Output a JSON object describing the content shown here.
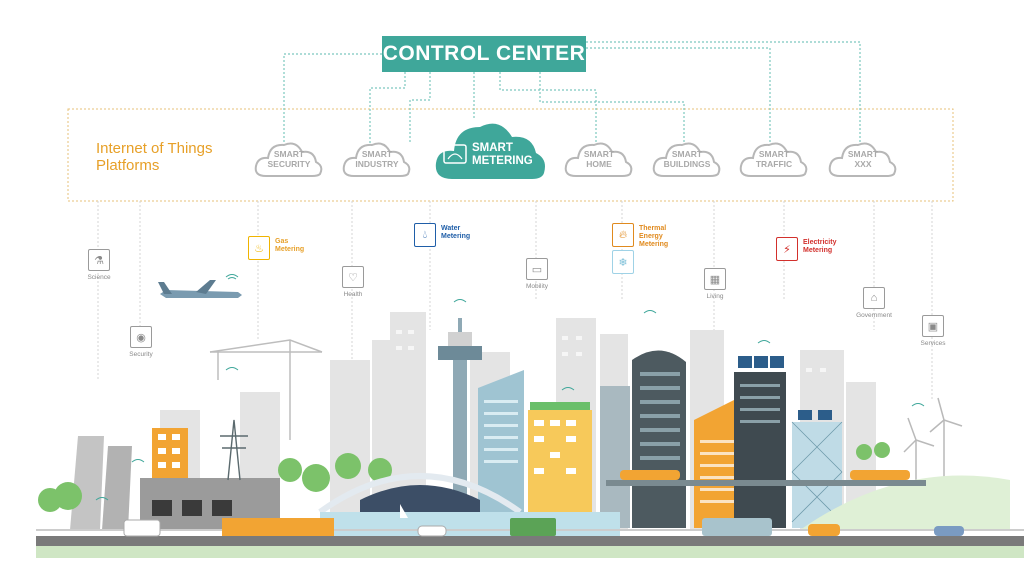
{
  "control_center": {
    "label": "CONTROL CENTER"
  },
  "platforms_label": {
    "line1": "Internet of Things",
    "line2": "Platforms"
  },
  "clouds": [
    {
      "line1": "SMART",
      "line2": "SECURITY"
    },
    {
      "line1": "SMART",
      "line2": "INDUSTRY"
    },
    {
      "line1": "SMART",
      "line2": "HOME"
    },
    {
      "line1": "SMART",
      "line2": "BUILDINGS"
    },
    {
      "line1": "SMART",
      "line2": "TRAFFIC"
    },
    {
      "line1": "SMART",
      "line2": "XXX"
    }
  ],
  "main_cloud": {
    "line1": "SMART",
    "line2": "METERING",
    "icon": "smart-meter-icon"
  },
  "services": [
    {
      "label": "Science",
      "icon": "flask-icon"
    },
    {
      "label": "Security",
      "icon": "camera-icon"
    },
    {
      "label": "Health",
      "icon": "heart-icon"
    },
    {
      "label": "Mobility",
      "icon": "car-icon"
    },
    {
      "label": "Living",
      "icon": "building-icon"
    },
    {
      "label": "Government",
      "icon": "government-icon"
    },
    {
      "label": "Services",
      "icon": "services-icon"
    }
  ],
  "meterings": [
    {
      "line1": "Gas",
      "line2": "Metering",
      "line3": "",
      "color": "#f0b400",
      "icon": "gas-flame-icon"
    },
    {
      "line1": "Water",
      "line2": "Metering",
      "line3": "",
      "color": "#1f5ea8",
      "icon": "water-drop-icon"
    },
    {
      "line1": "Thermal",
      "line2": "Energy",
      "line3": "Metering",
      "color": "#e08a1e",
      "icon": "thermal-flame-icon"
    },
    {
      "line1": "Electricity",
      "line2": "Metering",
      "line3": "",
      "color": "#d2302c",
      "icon": "lightning-icon"
    }
  ],
  "colors": {
    "teal": "#3fa79a",
    "orange": "#e7a028",
    "grey": "#a9a9a9",
    "lightgrey": "#dcdcdc"
  }
}
